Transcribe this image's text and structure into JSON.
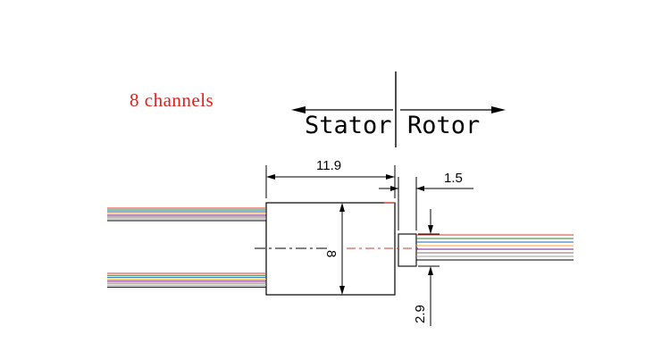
{
  "caption": "8 channels",
  "side_labels": {
    "stator": "Stator",
    "rotor": "Rotor"
  },
  "dimensions": {
    "stator_length": "11.9",
    "rotor_length": "1.5",
    "stator_diameter": "8",
    "rotor_diameter": "2.9"
  },
  "colors": {
    "caption": "#e0201c",
    "line": "#000000",
    "centerline": "#d43a2a",
    "wires": [
      "#e53935",
      "#2e7d32",
      "#1565c0",
      "#f9a825",
      "#6a1b9a",
      "#8d6e63",
      "#9e9e9e",
      "#000000"
    ]
  },
  "wire_bundles": [
    {
      "name": "stator-wires-upper",
      "count": 8
    },
    {
      "name": "stator-wires-lower",
      "count": 8
    },
    {
      "name": "rotor-wires",
      "count": 8
    }
  ]
}
